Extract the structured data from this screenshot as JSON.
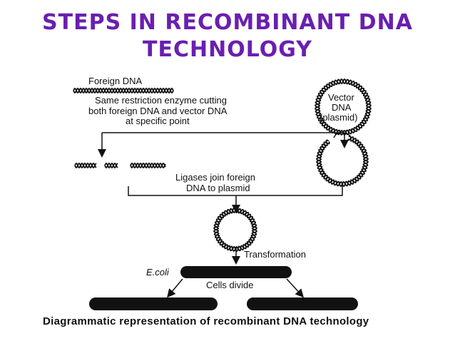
{
  "title": {
    "line1": "Steps in Recombinant DNA",
    "line2": "Technology"
  },
  "diagram": {
    "foreign_dna_label": "Foreign DNA",
    "cut_text": [
      "Same restriction enzyme cutting",
      "both foreign DNA and vector DNA",
      "at specific point"
    ],
    "vector_label": [
      "Vector",
      "DNA",
      "(plasmid)"
    ],
    "ligase_text": [
      "Ligases join foreign",
      "DNA to plasmid"
    ],
    "transformation_label": "Transformation",
    "ecoli_label": "E.coli",
    "cells_divide_label": "Cells divide",
    "caption": "Diagrammatic representation of recombinant DNA technology"
  }
}
